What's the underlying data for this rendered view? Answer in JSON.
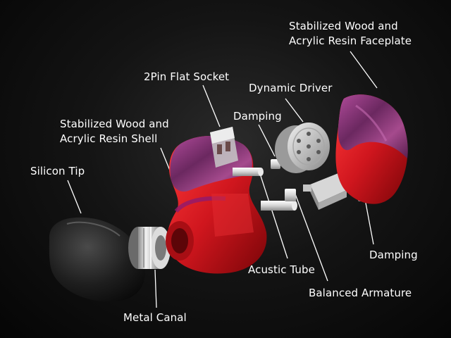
{
  "labels": {
    "faceplate": [
      "Stabilized Wood and",
      "Acrylic Resin Faceplate"
    ],
    "socket": "2Pin Flat Socket",
    "dynamic_driver": "Dynamic Driver",
    "damping_top": "Damping",
    "shell": [
      "Stabilized Wood and",
      "Acrylic Resin Shell"
    ],
    "silicon_tip": "Silicon Tip",
    "damping_right": "Damping",
    "acoustic_tube": "Acustic Tube",
    "balanced_armature": "Balanced Armature",
    "metal_canal": "Metal Canal"
  },
  "colors": {
    "background": "#0b0b0b",
    "resin_red": "#d0161e",
    "wood_purple": "#7a2f6e",
    "metal_silver": "#c9c9c9",
    "tip_black": "#1c1c1c",
    "leader_line": "#ffffff",
    "text": "#ffffff"
  }
}
